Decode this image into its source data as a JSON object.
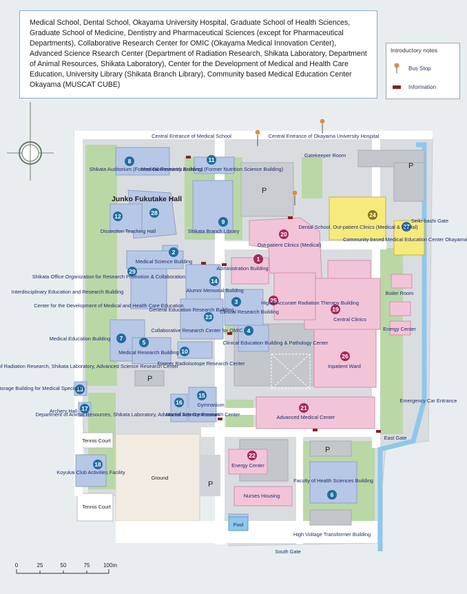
{
  "header": {
    "text": "Medical School, Dental School, Okayama University Hospital, Graduate School of Health Sciences, Graduate School of Medicine, Dentistry and Pharmaceutical Sciences (except for Pharmaceutical Departments), Collaborative Research Center for OMIC (Okayama Medical Innovation Center), Advanced Science Rsearch Center (Department of Radiation Research, Shikata Laboratory, Department of Animal Resources, Shikata Laboratory), Center for the Development of Medical and Health Care Education, University Library (Shikata Branch Library), Community based Medical Education Center Okayama (MUSCAT CUBE)"
  },
  "legend": {
    "title": "Introductory notes",
    "bus_stop": "Bus Stop",
    "information": "Information"
  },
  "colors": {
    "blue_building": "#b7c7e6",
    "pink_building": "#f2c4d8",
    "yellow_building": "#f6ea7c",
    "green_area": "#b9d8a6",
    "road": "#ffffff",
    "water": "#8ec8ea",
    "blue_badge": "#1e6f9f",
    "pink_badge": "#a62a5a",
    "gold_badge": "#8a7a10"
  },
  "gates": {
    "central_medical": "Central Entrance of Medical School",
    "central_hospital": "Central Entrance of Okayama University Hospital",
    "gatekeeper": "Gatekeeper Room",
    "seiki": "Seiki-bashi Gate",
    "emergency": "Emergency Car Entrance",
    "east": "East Gate",
    "south": "South Gate"
  },
  "buildings": {
    "b1": {
      "num": "1",
      "name": "Administration Building"
    },
    "b2": {
      "num": "2",
      "name": "Medical Science Building"
    },
    "b3": {
      "num": "3",
      "name": "Clinical Research Building"
    },
    "b4": {
      "num": "4",
      "name": "Clinical Education Building & Pathology Center"
    },
    "b5": {
      "num": "5",
      "name": "Medical Research Building"
    },
    "b6": {
      "num": "6",
      "name": "Faculty of Health Sciences Building"
    },
    "b7": {
      "num": "7",
      "name": "Medical Education Building"
    },
    "b8": {
      "num": "8",
      "name": "Shikata Auditorium (Former Biochemistry Building)"
    },
    "b9": {
      "num": "9",
      "name": "Shikata Branch Library"
    },
    "b10": {
      "num": "10",
      "name": "Former Radioisotope Research Center"
    },
    "b11": {
      "num": "11",
      "name": "Medical Research Archives (Former Nutrition Science Building)"
    },
    "b12": {
      "num": "12",
      "name": "Dissection Teaching Hall"
    },
    "b13": {
      "num": "13",
      "name": "Storage Building for Medical Specimen"
    },
    "b14": {
      "num": "14",
      "name": "Alumni Memorial Building"
    },
    "b15": {
      "num": "15",
      "name": "Gymnasium"
    },
    "b16": {
      "num": "16",
      "name": "Martial Arts Gymnasium"
    },
    "b17": {
      "num": "17",
      "name": "Archery Hall"
    },
    "b18": {
      "num": "18",
      "name": "Koyukai Club Activities Facility"
    },
    "b19": {
      "num": "19",
      "name": "Central Clinics"
    },
    "b20": {
      "num": "20",
      "name": "Out-patient Clinics (Medical)"
    },
    "b21": {
      "num": "21",
      "name": "Advanced Medical Center"
    },
    "b22": {
      "num": "22",
      "name": "Energy Center"
    },
    "b23": {
      "num": "23",
      "name": "General Education Research Building"
    },
    "b24": {
      "num": "24",
      "name": "Dental School, Out-patient Clinics (Medical & Dental)"
    },
    "b25": {
      "num": "25",
      "name": "Highly Accurate Radiation Therapy Building"
    },
    "b26": {
      "num": "26",
      "name": "Inpatient Ward"
    },
    "b27": {
      "num": "27",
      "name": "Community based Medical Education Center Okayama (MUSCAT CUBE)"
    },
    "b28": {
      "num": "28",
      "name": "Junko Fukutake Hall"
    },
    "b29": {
      "num": "29",
      "name": "Interdisciplinary Education and Research Building"
    }
  },
  "labels": {
    "shikata_office": "Shikata Office Organization for Research Promotion & Collaboration",
    "cdmhce": "Center for the Development of Medical and Health Care Education",
    "omic": "Collaborative Research Center for OMIC",
    "rad_research": "Department of Radiation Research, Shikata Laboratory, Advanced Science Research Center",
    "animal_res": "Department of Animal Resources, Shikata Laboratory, Advanced Science Research Center",
    "tennis1": "Tennis Court",
    "tennis2": "Tennis Court",
    "ground": "Ground",
    "nurses": "Nurses Housing",
    "pool": "Pool",
    "hv": "High Voltage Transformer Building",
    "boiler": "Boiler Room",
    "energy_centre": "Energy Center",
    "parking": "P"
  },
  "scale": {
    "ticks": [
      "0",
      "25",
      "50",
      "75",
      "100m"
    ]
  }
}
